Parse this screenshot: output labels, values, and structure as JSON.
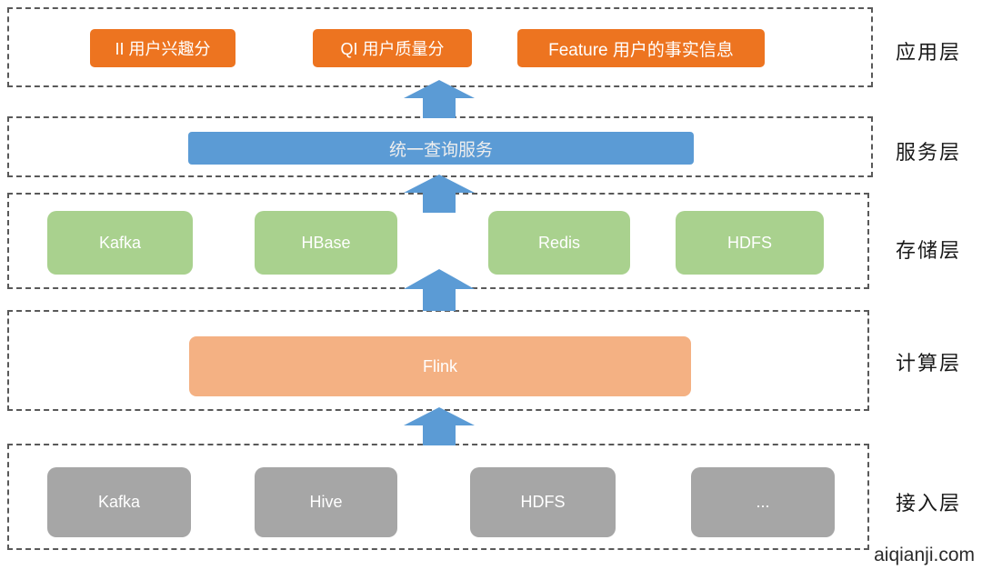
{
  "diagram": {
    "layers": [
      {
        "label": "应用层",
        "nodes": [
          "II 用户兴趣分",
          "QI 用户质量分",
          "Feature 用户的事实信息"
        ]
      },
      {
        "label": "服务层",
        "nodes": [
          "统一查询服务"
        ]
      },
      {
        "label": "存储层",
        "nodes": [
          "Kafka",
          "HBase",
          "Redis",
          "HDFS"
        ]
      },
      {
        "label": "计算层",
        "nodes": [
          "Flink"
        ]
      },
      {
        "label": "接入层",
        "nodes": [
          "Kafka",
          "Hive",
          "HDFS",
          "..."
        ]
      }
    ],
    "colors": {
      "app_node": "#ED7420",
      "service_node": "#5B9BD5",
      "storage_node": "#A9D18E",
      "compute_node": "#F4B183",
      "access_node": "#A6A6A6",
      "arrow": "#5B9BD5",
      "dashed_border": "#595959"
    },
    "watermark": "aiqianji.com"
  }
}
